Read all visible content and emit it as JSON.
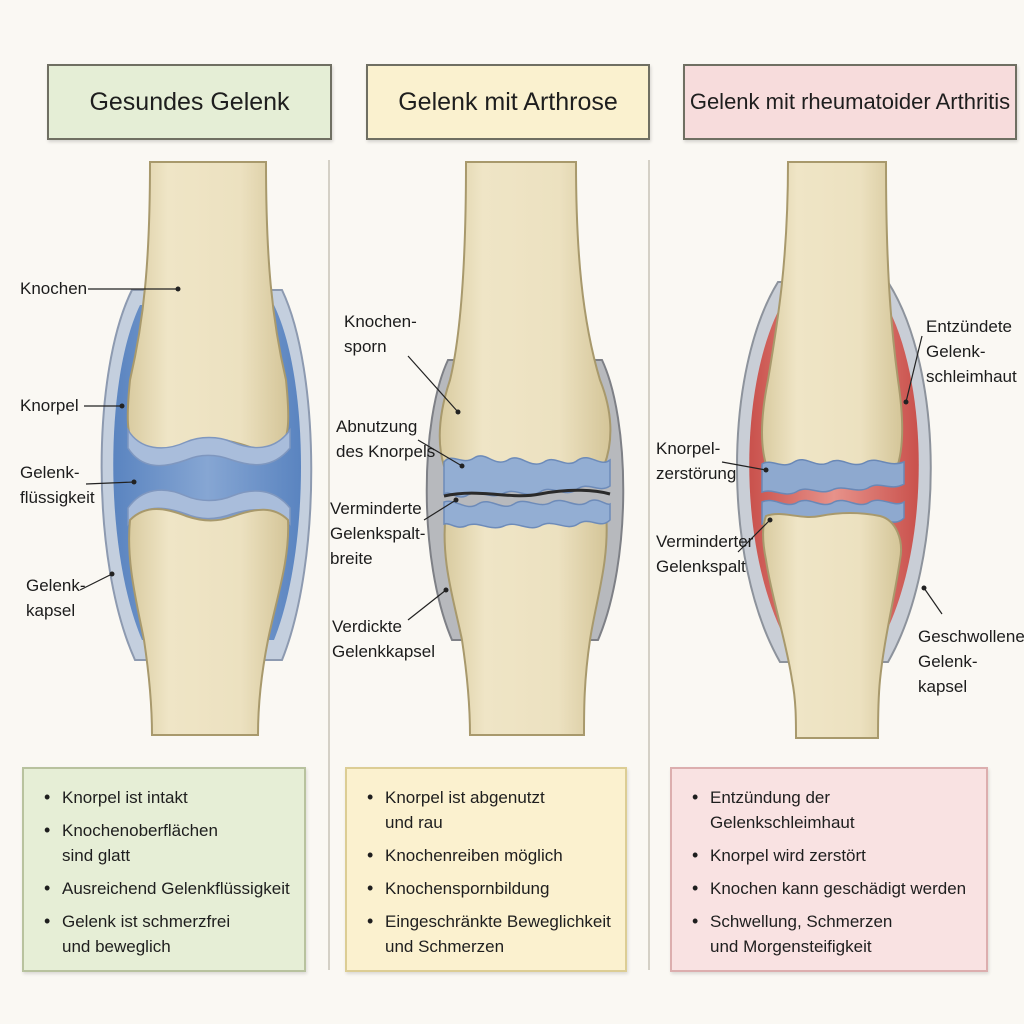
{
  "headers": {
    "healthy": "Gesundes Gelenk",
    "arthrosis": "Gelenk mit Arthrose",
    "rheumatoid": "Gelenk mit rheumatoider Arthritis"
  },
  "labels": {
    "healthy": {
      "bone": "Knochen",
      "cartilage": "Knorpel",
      "fluid": "Gelenk-\nflüssigkeit",
      "capsule": "Gelenk-\nkapsel"
    },
    "arthrosis": {
      "spur": "Knochen-\nsporn",
      "wear": "Abnutzung\ndes Knorpels",
      "gap": "Verminderte\nGelenkspalt-\nbreite",
      "capsule": "Verdickte\nGelenkkapsel"
    },
    "rheumatoid": {
      "synovium": "Entzündete\nGelenk-\nschleimhaut",
      "cartilage": "Knorpel-\nzerstörung",
      "gap": "Verminderter\nGelenkspalt",
      "capsule": "Geschwollene\nGelenk-\nkapsel"
    }
  },
  "boxes": {
    "healthy": [
      "Knorpel ist intakt",
      "Knochenoberflächen\nsind glatt",
      "Ausreichend Gelenkflüssigkeit",
      "Gelenk ist schmerzfrei\nund beweglich"
    ],
    "arthrosis": [
      "Knorpel ist abgenutzt\nund rau",
      "Knochenreiben möglich",
      "Knochenspornbildung",
      "Eingeschränkte Beweglichkeit\nund Schmerzen"
    ],
    "rheumatoid": [
      "Entzündung der Gelenkschleimhaut",
      "Knorpel wird zerstört",
      "Knochen kann geschädigt werden",
      "Schwellung, Schmerzen\nund Morgensteifigkeit"
    ]
  },
  "colors": {
    "bone": "#ebe0bd",
    "cartilage": "#8fa8cc",
    "fluid": "#6f95c9",
    "capsule": "#b9c6d8",
    "inflamed": "#d9635c",
    "healthy_bg": "#e6eed6",
    "arthrosis_bg": "#fbf1cf",
    "rheumatoid_bg": "#f9e2e2"
  }
}
